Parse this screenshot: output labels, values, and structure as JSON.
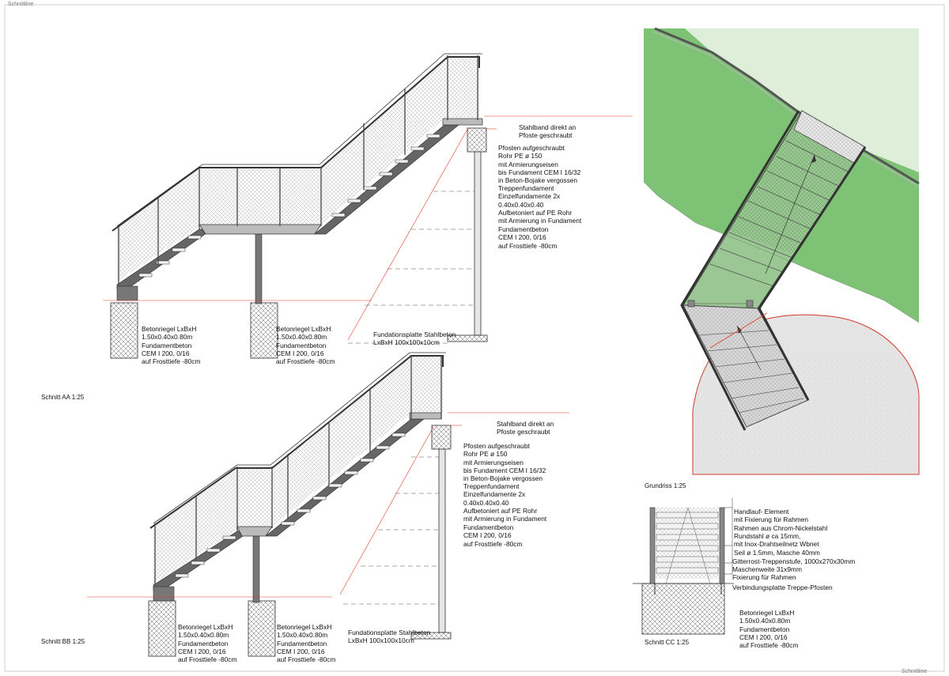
{
  "sheet": {
    "corner_top_left": "Schnittline",
    "corner_bottom_right": "Schnittline"
  },
  "colors": {
    "line": "#333333",
    "red": "#e0402a",
    "green": "#7ec276",
    "light_green": "#dfeed8",
    "paving": "#e4e4e4",
    "tread": "#8a8a8a"
  },
  "section_aa": {
    "title": "Schnitt AA 1:25",
    "note_stahlband": [
      "Stahlband direkt an",
      "Pfoste geschraubt"
    ],
    "note_pfosten": [
      "Pfosten aufgeschraubt",
      "Rohr PE ø 150",
      "mit Armierungseisen",
      "bis Fundament CEM I 16/32",
      "in Beton-Bojake vergossen"
    ],
    "note_treppenfundament": [
      "Treppenfundament",
      "Einzelfundamente 2x",
      "0.40x0.40x0.40",
      "Aufbetoniert auf PE Rohr",
      "mit Armierung in Fundament",
      "Fundamentbeton",
      "CEM I 200, 0/16",
      "auf Frosttiefe -80cm"
    ],
    "note_riegel_left": [
      "Betonriegel LxBxH",
      "1.50x0.40x0.80m",
      "Fundamentbeton",
      "CEM I 200, 0/16",
      "auf Frosttiefe -80cm"
    ],
    "note_riegel_mid": [
      "Betonriegel LxBxH",
      "1.50x0.40x0.80m",
      "Fundamentbeton",
      "CEM I 200, 0/16",
      "auf Frosttiefe -80cm"
    ],
    "note_platte": [
      "Fundationsplatte Stahlbeton",
      "LxBxH 100x100x10cm"
    ]
  },
  "section_bb": {
    "title": "Schnitt BB 1:25",
    "note_stahlband": [
      "Stahlband direkt an",
      "Pfoste geschraubt"
    ],
    "note_pfosten": [
      "Pfosten aufgeschraubt",
      "Rohr PE ø 150",
      "mit Armierungseisen",
      "bis Fundament CEM I 16/32",
      "in Beton-Bojake vergossen"
    ],
    "note_treppenfundament": [
      "Treppenfundament",
      "Einzelfundamente 2x",
      "0.40x0.40x0.40",
      "Aufbetoniert auf PE Rohr",
      "mit Armierung in Fundament",
      "Fundamentbeton",
      "CEM I 200, 0/16",
      "auf Frosttiefe -80cm"
    ],
    "note_riegel_left": [
      "Betonriegel LxBxH",
      "1.50x0.40x0.80m",
      "Fundamentbeton",
      "CEM I 200, 0/16",
      "auf Frosttiefe -80cm"
    ],
    "note_riegel_mid": [
      "Betonriegel LxBxH",
      "1.50x0.40x0.80m",
      "Fundamentbeton",
      "CEM I 200, 0/16",
      "auf Frosttiefe -80cm"
    ],
    "note_platte": [
      "Fundationsplatte Stahlbeton",
      "LxBxH 100x100x10cm"
    ]
  },
  "grundriss": {
    "title": "Grundriss 1:25"
  },
  "section_cc": {
    "title": "Schnitt CC 1:25",
    "note_handlauf": [
      "Handlauf- Element",
      "mit Fixierung für Rahmen",
      "Rahmen aus Chrom-Nickelstahl",
      "Rundstahl ø ca 15mm,",
      "mit Inox-Drahtseilnetz Wbnet",
      "Seil ø 1.5mm, Masche 40mm"
    ],
    "note_gitterrost": [
      "Gitterrost-Treppenstufe, 1000x270x30mm",
      "Maschenweite 31x9mm"
    ],
    "note_fixierung": [
      "Fixierung für Rahmen"
    ],
    "note_verbindung": [
      "Verbindungsplatte Treppe-Pfosten"
    ],
    "note_riegel": [
      "Betonriegel LxBxH",
      "1.50x0.40x0.80m",
      "Fundamentbeton",
      "CEM I 200, 0/16",
      "auf Frosttiefe -80cm"
    ]
  }
}
